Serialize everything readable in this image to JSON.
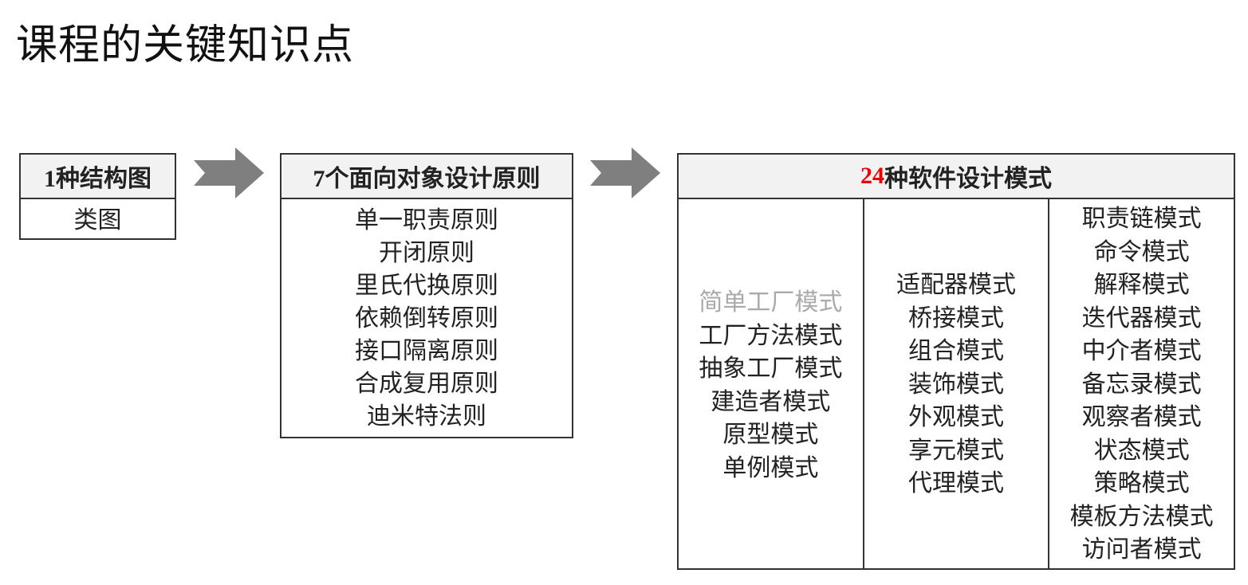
{
  "title": "课程的关键知识点",
  "box1": {
    "header": "1种结构图",
    "items": [
      "类图"
    ]
  },
  "box2": {
    "header": "7个面向对象设计原则",
    "items": [
      "单一职责原则",
      "开闭原则",
      "里氏代换原则",
      "依赖倒转原则",
      "接口隔离原则",
      "合成复用原则",
      "迪米特法则"
    ]
  },
  "box3": {
    "header_number": "24",
    "header_text": "种软件设计模式",
    "creational": [
      "简单工厂模式",
      "工厂方法模式",
      "抽象工厂模式",
      "建造者模式",
      "原型模式",
      "单例模式"
    ],
    "structural": [
      "适配器模式",
      "桥接模式",
      "组合模式",
      "装饰模式",
      "外观模式",
      "享元模式",
      "代理模式"
    ],
    "behavioral": [
      "职责链模式",
      "命令模式",
      "解释模式",
      "迭代器模式",
      "中介者模式",
      "备忘录模式",
      "观察者模式",
      "状态模式",
      "策略模式",
      "模板方法模式",
      "访问者模式"
    ]
  },
  "colors": {
    "accent": "#e00000",
    "arrow": "#7f7f7f",
    "header_bg": "#f2f2f2",
    "muted": "#aaaaaa"
  }
}
